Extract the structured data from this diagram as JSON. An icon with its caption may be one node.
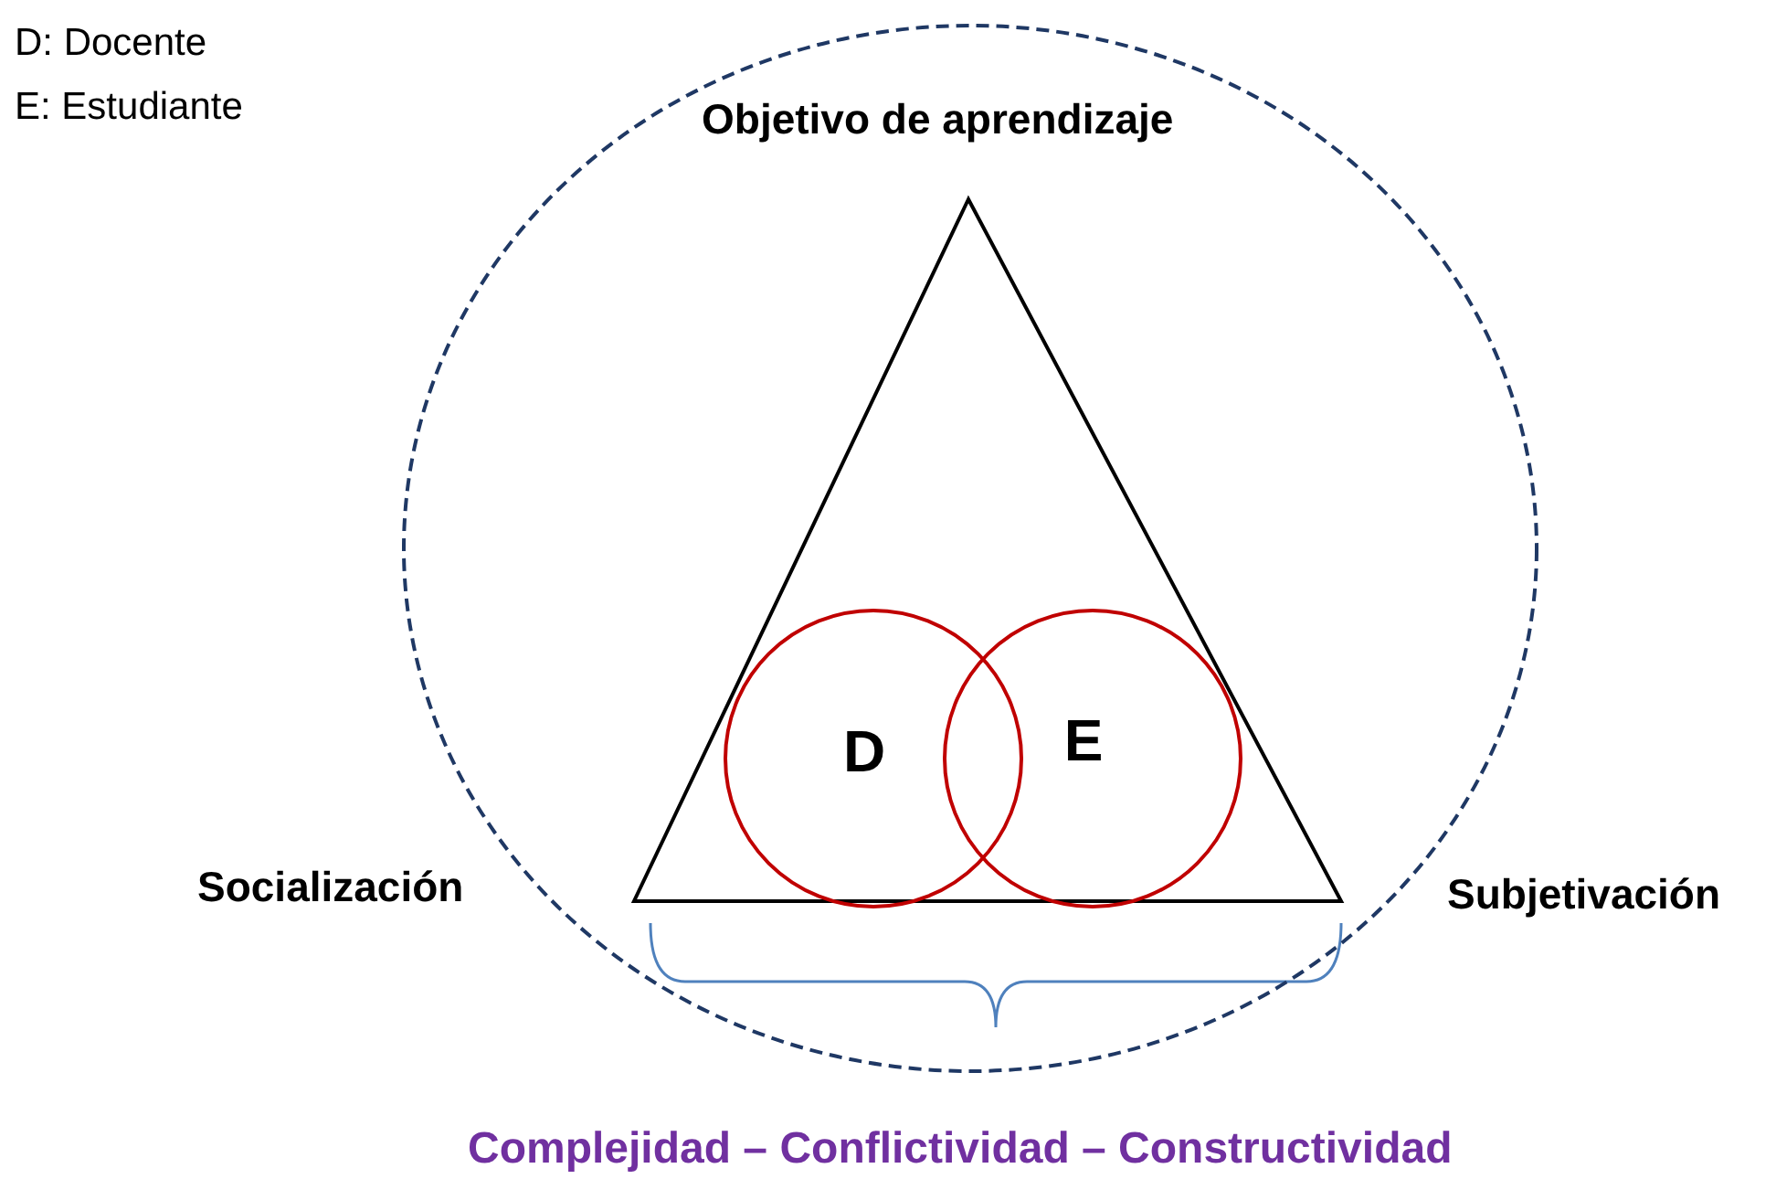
{
  "diagram": {
    "nodes": [
      {
        "text": [],
        "shape": "circle"
      },
      {
        "text": [],
        "shape": "triangle",
        "in": 0
      },
      {
        "text": [
          "D"
        ],
        "in": 1
      },
      {
        "text": [
          "E"
        ],
        "in": 1
      }
    ],
    "labels": [
      "D: Docente",
      "E: Estudiante",
      "Objetivo de aprendizaje",
      "Socialización",
      "Subjetivación",
      "Complejidad – Conflictividad – Constructividad"
    ]
  }
}
